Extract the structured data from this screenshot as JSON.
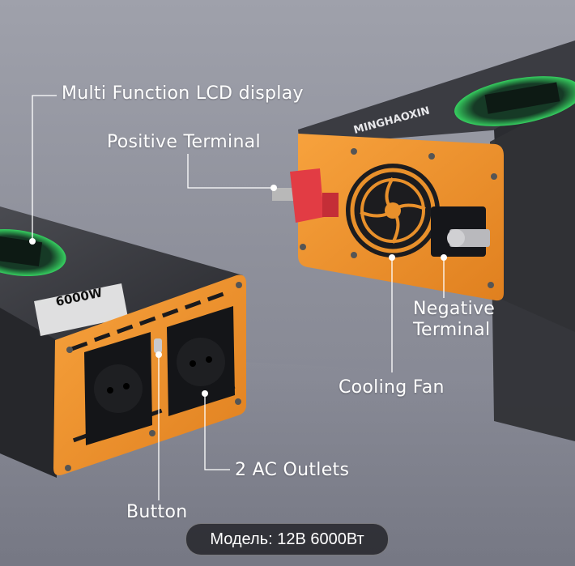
{
  "labels": {
    "lcd": "Multi Function LCD display",
    "positive": "Positive Terminal",
    "negative_line1": "Negative",
    "negative_line2": "Terminal",
    "fan": "Cooling Fan",
    "outlets": "2 AC Outlets",
    "button": "Button"
  },
  "caption": "Модель: 12В 6000Вт",
  "product": {
    "brand": "MINGHAOXIN",
    "power_rating": "6000W"
  },
  "colors": {
    "body": "#2d2e33",
    "panel_orange": "#f0922e",
    "lcd_ring": "#2fbf55",
    "terminal_red": "#e23c44",
    "background": "#8e909b"
  }
}
